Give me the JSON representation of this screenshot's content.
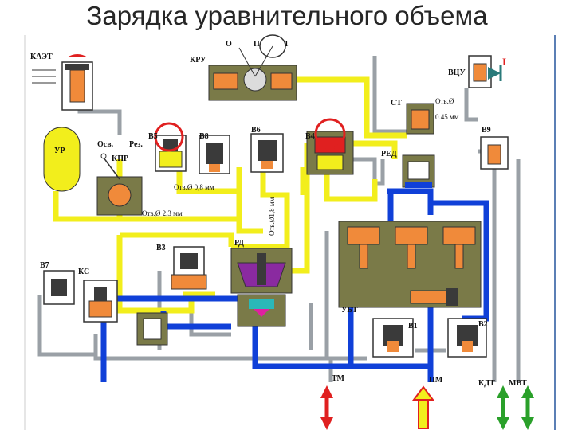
{
  "title": "Зарядка уравнительного объема",
  "colors": {
    "yellow_line": "#f2ee1c",
    "blue_line": "#1040d8",
    "grey_line": "#9aa0a6",
    "valve_body": "#3a3a3a",
    "piston_orange": "#f08a3a",
    "red": "#e02020",
    "green_arrow": "#2aa02a",
    "purple": "#8a2aa0",
    "block_olive": "#7a7a48"
  },
  "labels": {
    "kaeg": "КАЭТ",
    "kru": "КРУ",
    "vcu": "ВЦУ",
    "ur": "УР",
    "kpr": "КПР",
    "osv": "Осв.",
    "res": "Рез.",
    "b5": "В5",
    "b8": "В8",
    "b6": "В6",
    "b4": "В4",
    "st": "СТ",
    "red": "РЕД",
    "b9": "В9",
    "otv_0_45": "Отв.Ø",
    "mm_0_45": "0.45 мм",
    "otv_0_8": "Отв.Ø 0,8 мм",
    "otv_2_3": "Отв.Ø 2,3 мм",
    "otv_1_8": "Отв.Ø1,8 мм",
    "b3": "В3",
    "rd": "РД",
    "b7": "В7",
    "ks": "КС",
    "ubt": "УБТ",
    "b1": "В1",
    "b2": "В2",
    "tm": "ТМ",
    "pm": "ПМ",
    "kdt": "КДТ",
    "mvt": "МВТ",
    "o": "О",
    "p": "П",
    "t": "Т",
    "i_mark": "I"
  }
}
